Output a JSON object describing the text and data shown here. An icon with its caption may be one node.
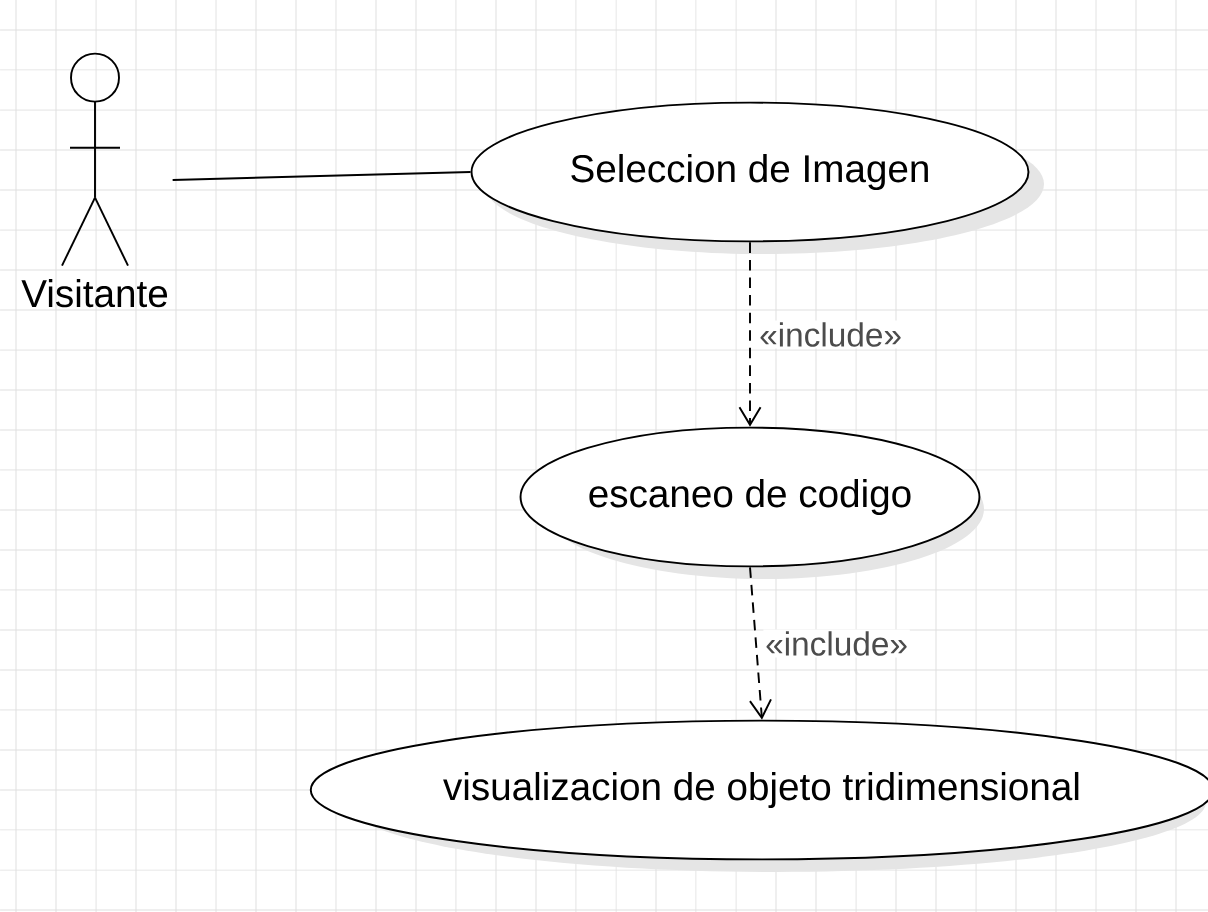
{
  "diagram": {
    "nodes": [
      {
        "text": [
          "Visitante"
        ]
      },
      {
        "text": [
          "Seleccion de Imagen"
        ]
      },
      {
        "text": [
          "escaneo de codigo"
        ]
      },
      {
        "text": [
          "visualizacion de objeto tridimensional"
        ]
      }
    ],
    "edges": [
      {
        "from": 0,
        "to": 1,
        "arrow": "none"
      },
      {
        "from": 1,
        "to": 2,
        "arrow": "to",
        "style": "dashed",
        "label": "«include»"
      },
      {
        "from": 2,
        "to": 3,
        "arrow": "to",
        "style": "dashed",
        "label": "«include»"
      }
    ]
  }
}
